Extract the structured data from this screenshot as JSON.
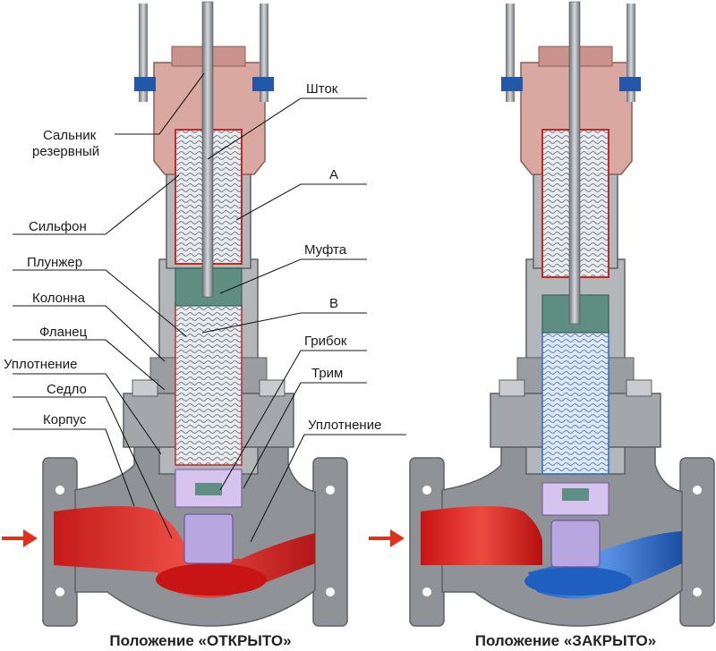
{
  "labels": {
    "shtok": "Шток",
    "salnik_line1": "Сальник",
    "salnik_line2": "резервный",
    "a": "А",
    "silfon": "Сильфон",
    "mufta": "Муфта",
    "plunzher": "Плунжер",
    "kolonna": "Колонна",
    "b": "В",
    "flanets": "Фланец",
    "gribok": "Грибок",
    "uplotnenie_left": "Уплотнение",
    "trim": "Трим",
    "sedlo": "Седло",
    "uplotnenie_right": "Уплотнение",
    "korpus": "Корпус"
  },
  "captions": {
    "open": "Положение «ОТКРЫТО»",
    "closed": "Положение «ЗАКРЫТО»"
  },
  "colors": {
    "body_gray": "#8f9296",
    "section_gray": "#b4b7ba",
    "flow_red": "#d81c1c",
    "flow_blue": "#2a6fd1",
    "packing_pink": "#d9a8a0",
    "bolt_blue": "#2357a8",
    "trim_violet": "#b8a6e0",
    "coupling_green": "#5f8f82",
    "arrow_red": "#e0301e"
  }
}
